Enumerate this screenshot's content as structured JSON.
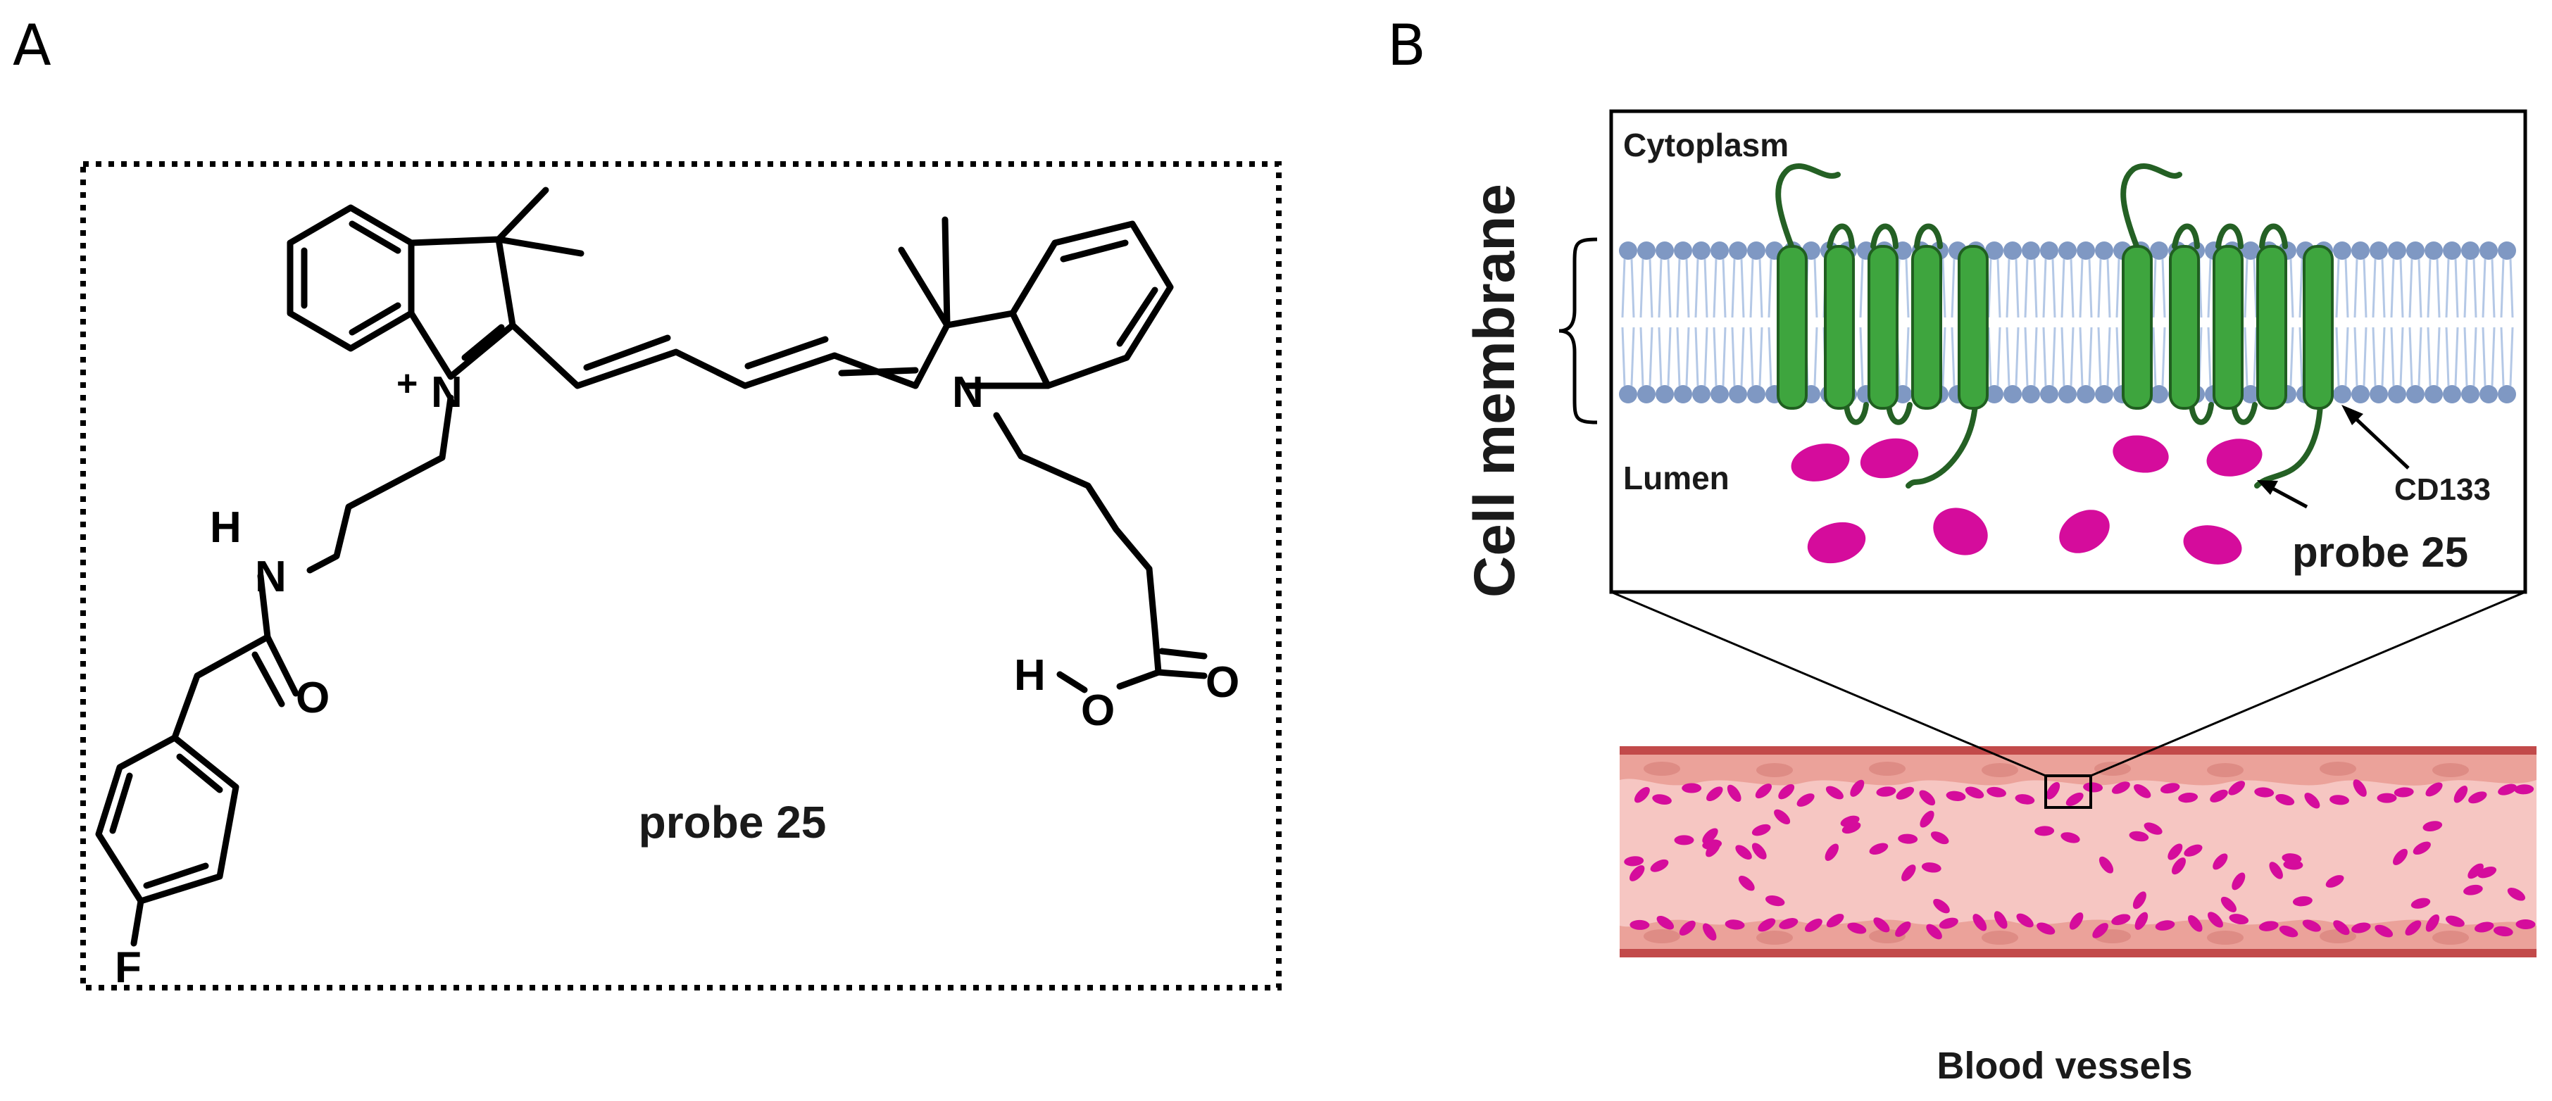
{
  "panel_a": {
    "letter": "A",
    "caption": "probe 25",
    "atoms": {
      "n_plus": "N",
      "plus_sign": "+",
      "n_right": "N",
      "n_amide": "N",
      "h_amide": "H",
      "o_amide": "O",
      "fluorine": "F",
      "h_acid": "H",
      "o_acid_single": "O",
      "o_acid_double": "O"
    }
  },
  "panel_b": {
    "letter": "B",
    "side_label": "Cell membrane",
    "cytoplasm_label": "Cytoplasm",
    "lumen_label": "Lumen",
    "receptor_label": "CD133",
    "probe_label": "probe 25",
    "vessel_label": "Blood vessels"
  },
  "colors": {
    "receptor_green": "#3ea53e",
    "lipid_head_blue": "#7f98c3",
    "probe_magenta": "#d50c9c",
    "vessel_wall": "#c24a4a",
    "vessel_lumen": "#f6c6c2"
  }
}
